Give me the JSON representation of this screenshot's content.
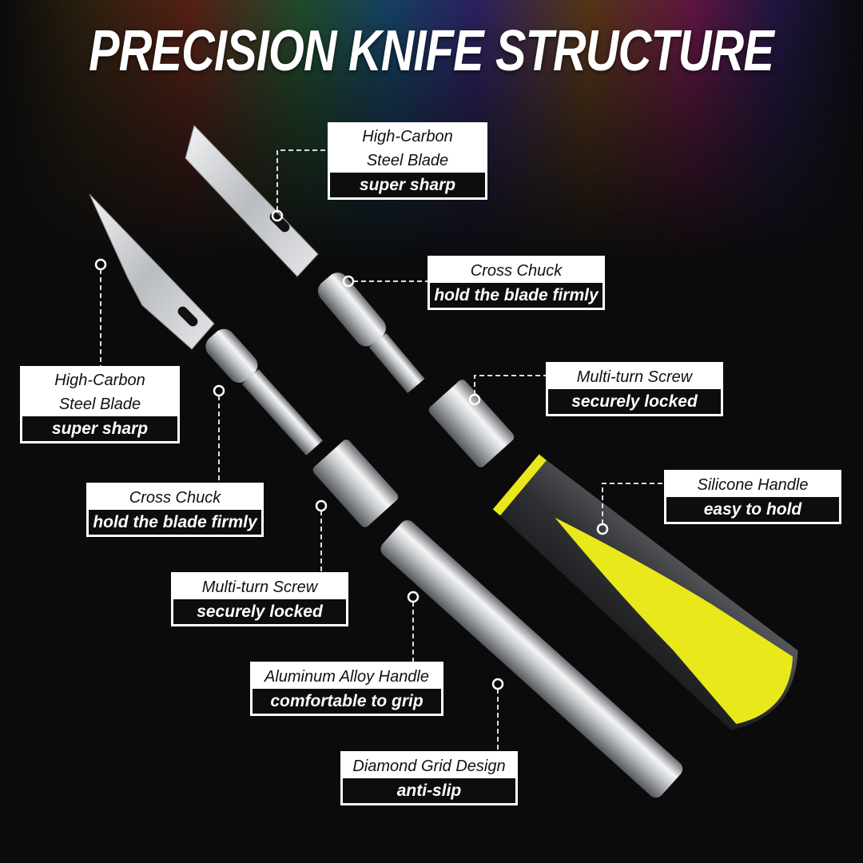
{
  "title": "PRECISION KNIFE STRUCTURE",
  "labels": [
    {
      "title": "High-Carbon Steel Blade",
      "subtitle": "super sharp"
    },
    {
      "title": "High-Carbon Steel Blade",
      "subtitle": "super sharp"
    },
    {
      "title": "Cross Chuck",
      "subtitle": "hold the blade firmly"
    },
    {
      "title": "Multi-turn Screw",
      "subtitle": "securely locked"
    },
    {
      "title": "Silicone Handle",
      "subtitle": "easy to hold"
    },
    {
      "title": "Cross Chuck",
      "subtitle": "hold the blade firmly"
    },
    {
      "title": "Multi-turn Screw",
      "subtitle": "securely locked"
    },
    {
      "title": "Aluminum Alloy Handle",
      "subtitle": "comfortable to grip"
    },
    {
      "title": "Diamond Grid Design",
      "subtitle": "anti-slip"
    }
  ],
  "colors": {
    "background": "#0b0b0c",
    "handle_yellow": "#e8e81a",
    "handle_gray": "#3a3b3e",
    "label_bg": "#ffffff",
    "label_band": "#0d0d0d"
  }
}
